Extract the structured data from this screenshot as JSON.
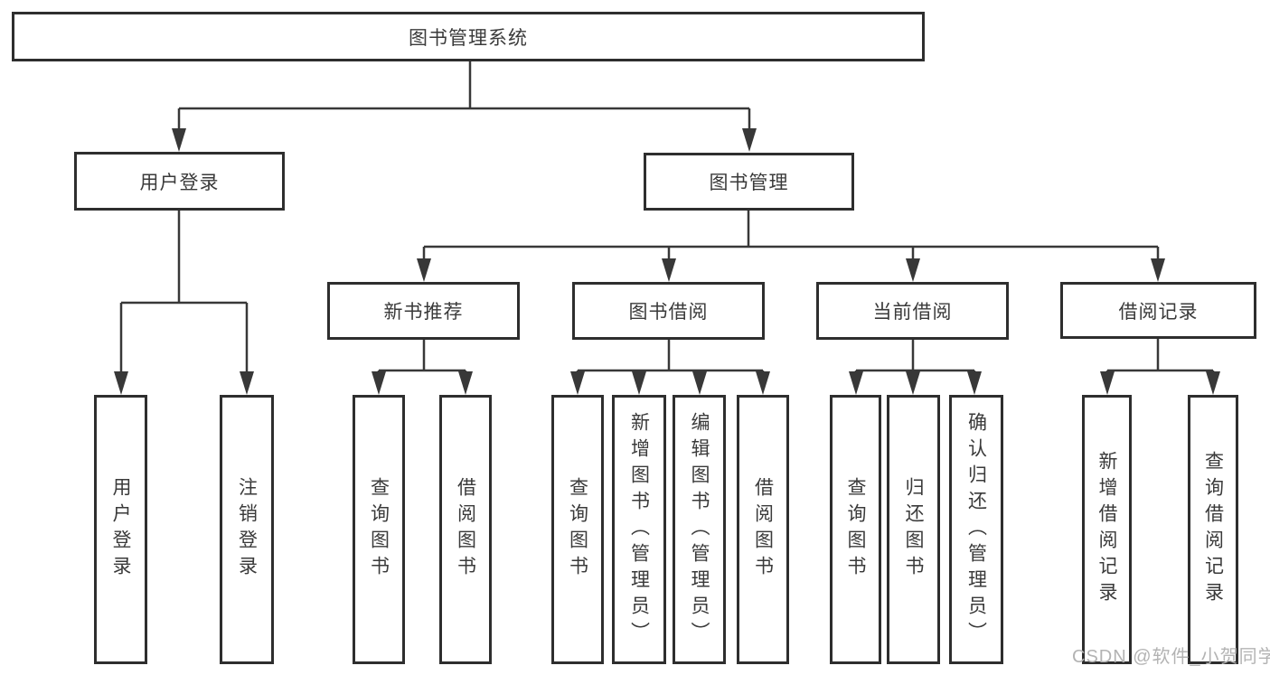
{
  "diagram": {
    "title": "图书管理系统",
    "watermark": "CSDN @软件_小贺同学",
    "colors": {
      "background": "#ffffff",
      "box_border": "#2e2e2e",
      "line": "#383838",
      "text": "#3a3a3a",
      "watermark": "#b3b3b3"
    },
    "nodes": {
      "root": "图书管理系统",
      "user_login": "用户登录",
      "book_mgmt": "图书管理",
      "new_book_rec": "新书推荐",
      "book_borrow": "图书借阅",
      "current_borrow": "当前借阅",
      "borrow_records": "借阅记录",
      "user_login_op": "用户登录",
      "logout_op": "注销登录",
      "nb_query": "查询图书",
      "nb_borrow": "借阅图书",
      "bb_query": "查询图书",
      "bb_add": "新增图书（管理员）",
      "bb_edit": "编辑图书（管理员）",
      "bb_borrow": "借阅图书",
      "cb_query": "查询图书",
      "cb_return": "归还图书",
      "cb_confirm": "确认归还（管理员）",
      "br_add": "新增借阅记录",
      "br_query": "查询借阅记录"
    },
    "tree_edges": [
      {
        "from": "图书管理系统",
        "to": [
          "用户登录",
          "图书管理"
        ]
      },
      {
        "from": "用户登录",
        "to": [
          "用户登录",
          "注销登录"
        ]
      },
      {
        "from": "图书管理",
        "to": [
          "新书推荐",
          "图书借阅",
          "当前借阅",
          "借阅记录"
        ]
      },
      {
        "from": "新书推荐",
        "to": [
          "查询图书",
          "借阅图书"
        ]
      },
      {
        "from": "图书借阅",
        "to": [
          "查询图书",
          "新增图书（管理员）",
          "编辑图书（管理员）",
          "借阅图书"
        ]
      },
      {
        "from": "当前借阅",
        "to": [
          "查询图书",
          "归还图书",
          "确认归还（管理员）"
        ]
      },
      {
        "from": "借阅记录",
        "to": [
          "新增借阅记录",
          "查询借阅记录"
        ]
      }
    ]
  }
}
